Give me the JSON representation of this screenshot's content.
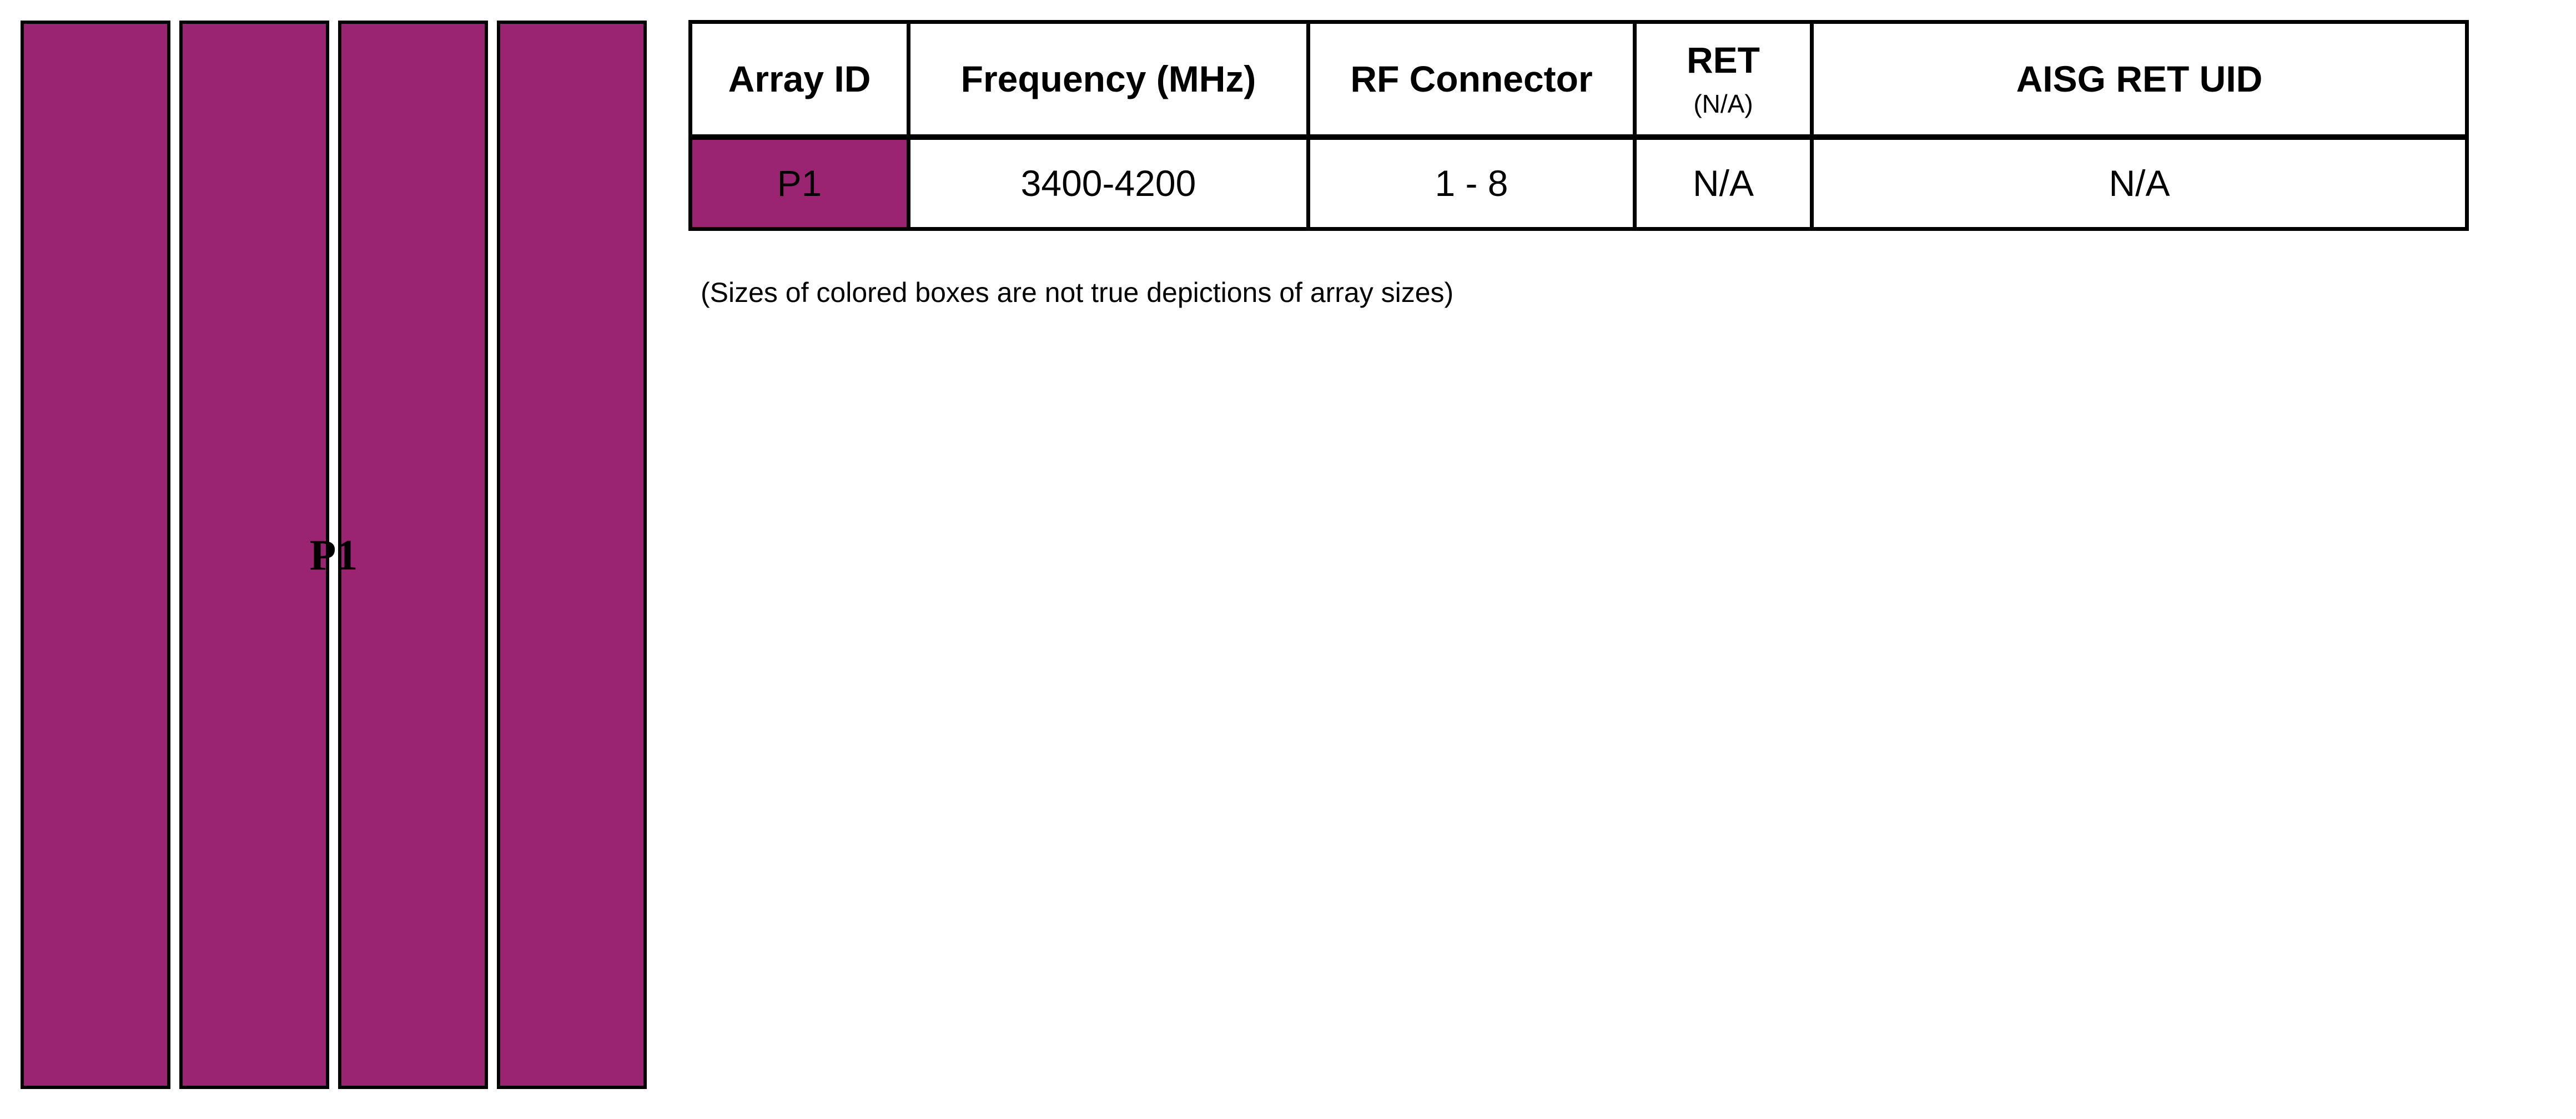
{
  "colors": {
    "array_fill": "#9A2472",
    "border": "#000000",
    "background": "#FFFFFF",
    "text": "#000000"
  },
  "antenna": {
    "array_label": "P1",
    "bar_count": 4
  },
  "table": {
    "columns": [
      {
        "label": "Array ID"
      },
      {
        "label": "Frequency (MHz)"
      },
      {
        "label": "RF Connector"
      },
      {
        "label": "RET",
        "sublabel": "(N/A)"
      },
      {
        "label": "AISG RET UID"
      }
    ],
    "rows": [
      {
        "array_id": "P1",
        "frequency": "3400-4200",
        "rf_connector": "1 - 8",
        "ret": "N/A",
        "aisg_ret_uid": "N/A"
      }
    ]
  },
  "note": "(Sizes of colored boxes are not true depictions of array sizes)"
}
